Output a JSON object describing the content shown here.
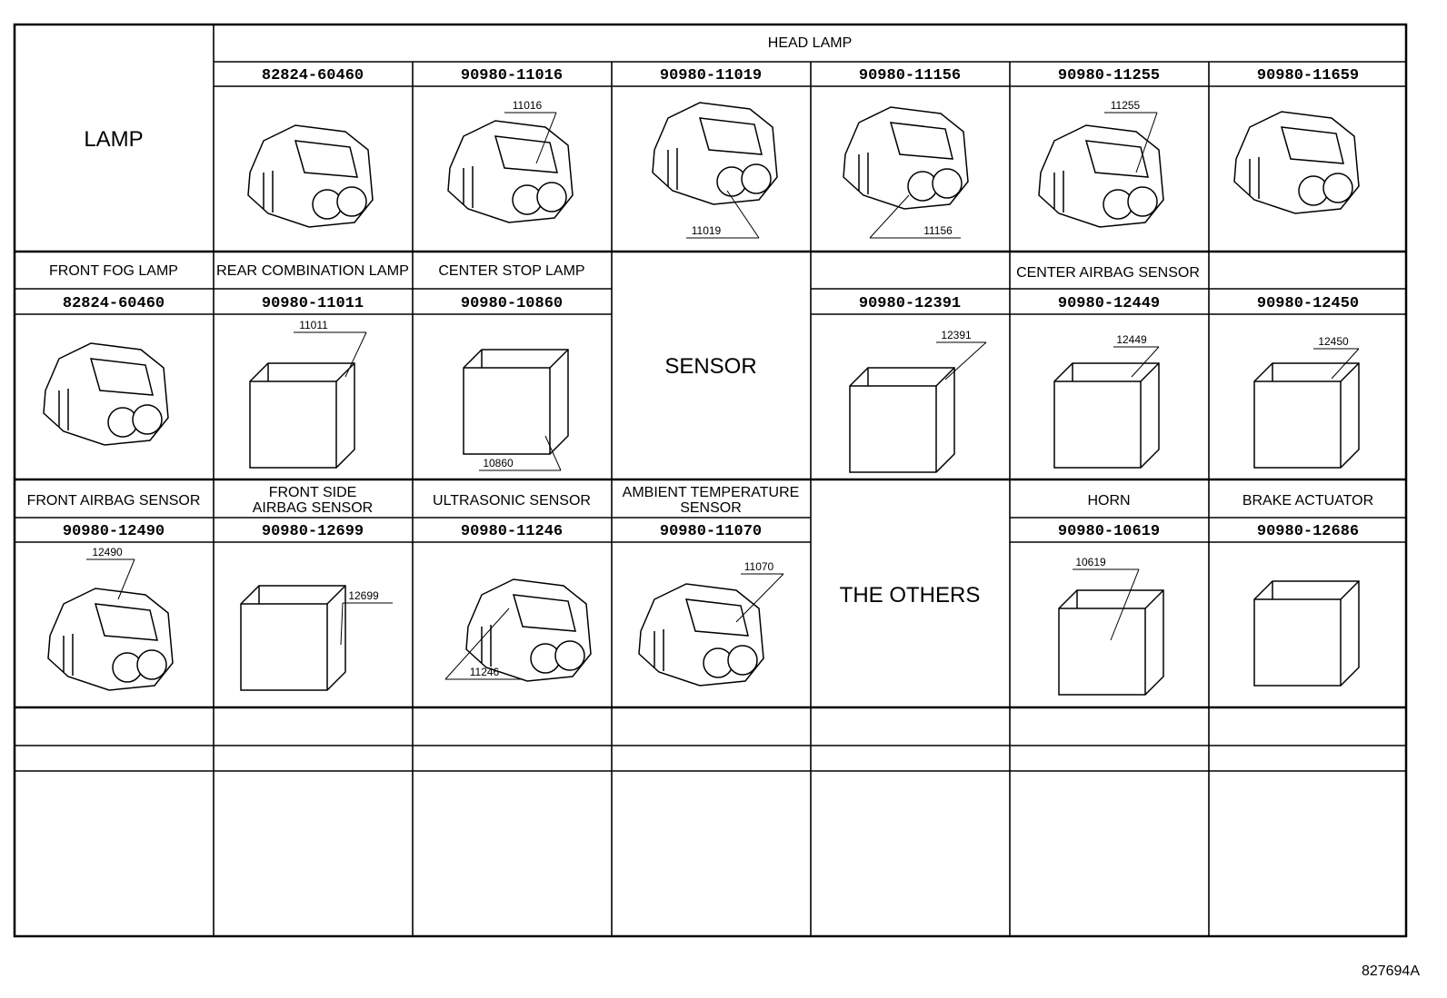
{
  "groups": {
    "lamp": "LAMP",
    "head_lamp": "HEAD LAMP",
    "sensor": "SENSOR",
    "center_airbag_sensor": "CENTER AIRBAG SENSOR",
    "the_others": "THE OTHERS"
  },
  "row1": {
    "parts": [
      "82824-60460",
      "90980-11016",
      "90980-11019",
      "90980-11156",
      "90980-11255",
      "90980-11659"
    ],
    "callouts": [
      "11016",
      "11019",
      "11156",
      "11255"
    ]
  },
  "row2": {
    "labels": [
      "FRONT FOG LAMP",
      "REAR COMBINATION LAMP",
      "CENTER STOP LAMP"
    ],
    "parts_left": [
      "82824-60460",
      "90980-11011",
      "90980-10860"
    ],
    "parts_right": [
      "90980-12391",
      "90980-12449",
      "90980-12450"
    ],
    "callouts": [
      "11011",
      "10860",
      "12391",
      "12449",
      "12450"
    ]
  },
  "row3": {
    "labels": [
      "FRONT AIRBAG SENSOR",
      "FRONT SIDE",
      "AIRBAG SENSOR",
      "ULTRASONIC SENSOR",
      "AMBIENT TEMPERATURE",
      "SENSOR",
      "HORN",
      "BRAKE ACTUATOR"
    ],
    "parts": [
      "90980-12490",
      "90980-12699",
      "90980-11246",
      "90980-11070",
      "90980-10619",
      "90980-12686"
    ],
    "callouts": [
      "12490",
      "12699",
      "11246",
      "11070",
      "10619"
    ]
  },
  "sheet_number": "827694A",
  "colors": {
    "line": "#000000",
    "background": "#ffffff"
  }
}
